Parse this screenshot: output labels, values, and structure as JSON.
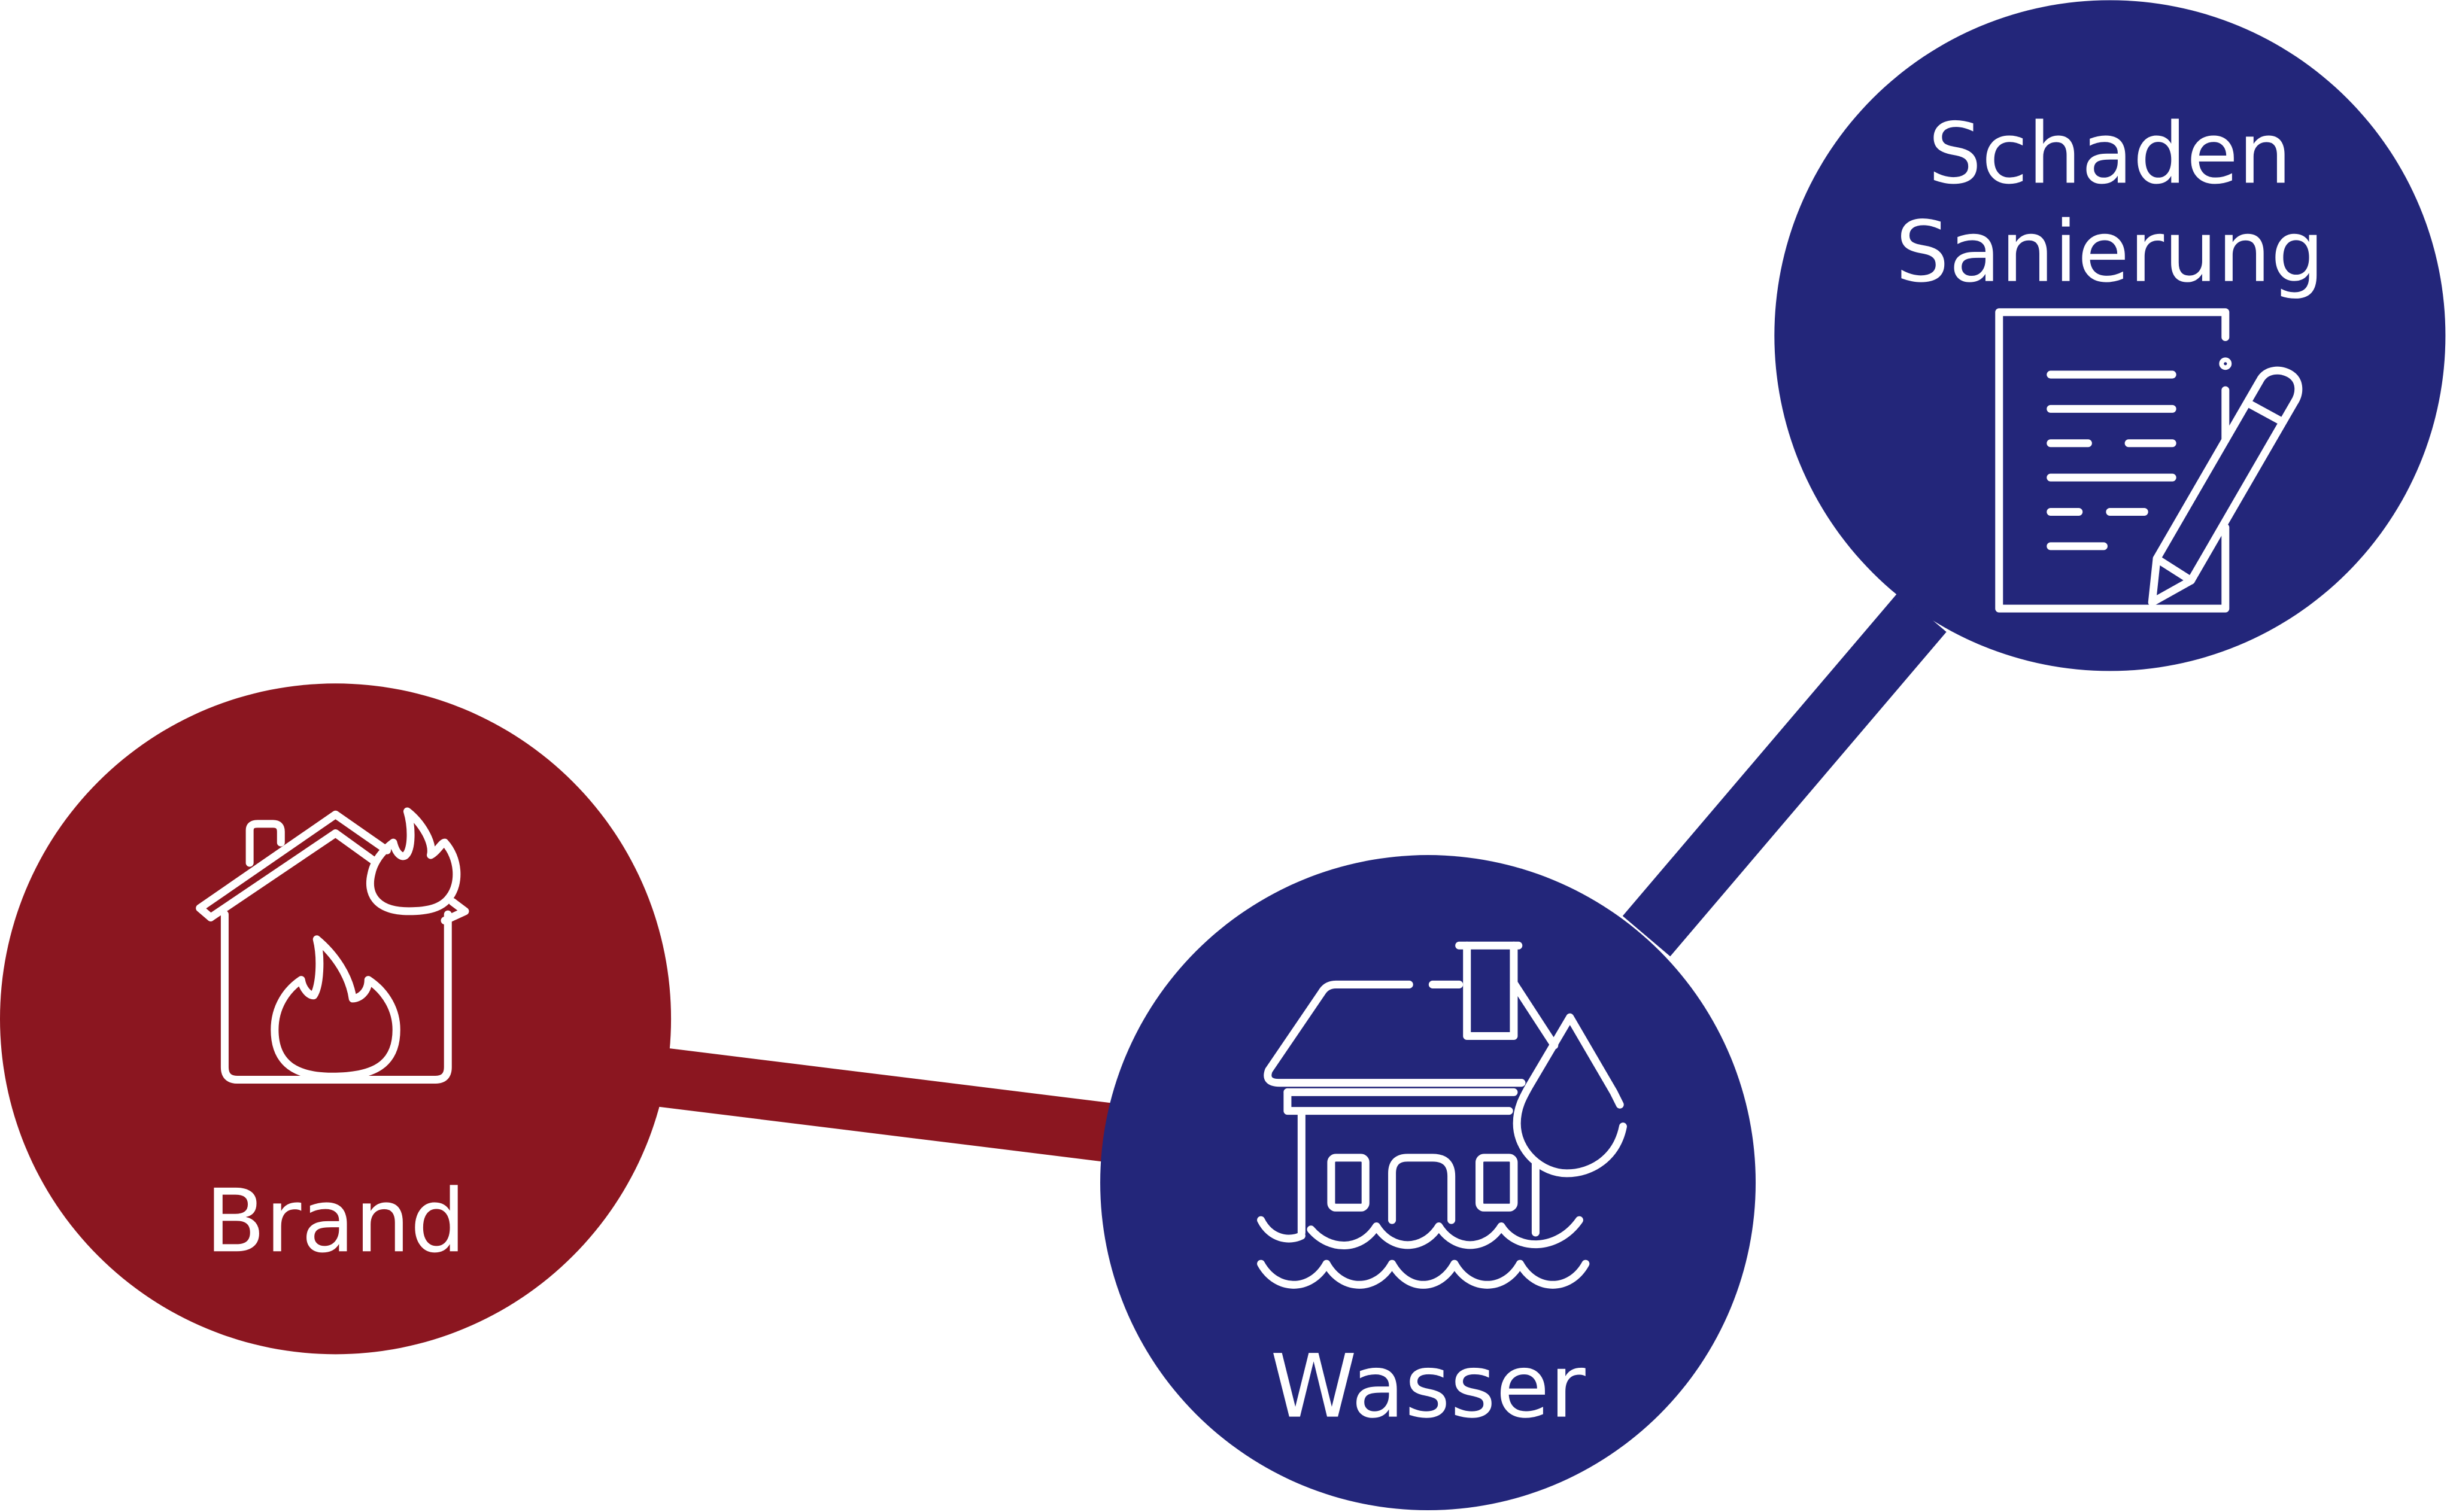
{
  "nodes": {
    "brand": {
      "label": "Brand",
      "color": "#8B1620",
      "icon": "burning-house-icon"
    },
    "wasser": {
      "label": "Wasser",
      "color": "#23267A",
      "icon": "flooded-house-icon"
    },
    "sanierung": {
      "label_line1": "Schaden",
      "label_line2": "Sanierung",
      "color": "#23267A",
      "icon": "document-pencil-icon"
    }
  },
  "connectors": {
    "brand_to_wasser": {
      "color": "#8B1620"
    },
    "wasser_to_sanierung": {
      "color": "#23267A"
    }
  }
}
